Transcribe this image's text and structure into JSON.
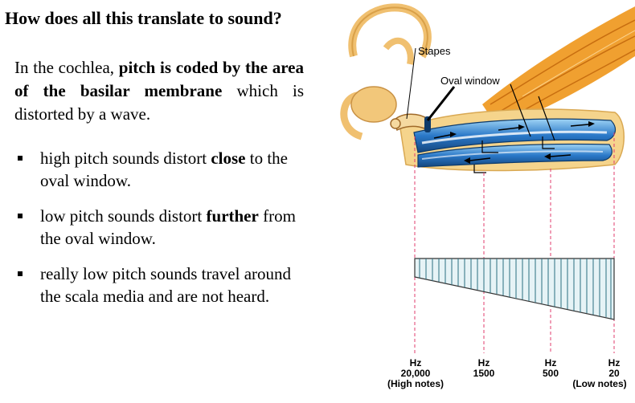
{
  "slide": {
    "title": "How does all this translate to sound?",
    "intro": {
      "pre": "In the cochlea, ",
      "bold": "pitch is coded by the area of the basilar membrane",
      "post": " which is distorted by a wave."
    },
    "bullets": [
      {
        "pre": "high pitch sounds distort ",
        "bold": "close",
        "post": " to the oval window."
      },
      {
        "pre": "low pitch sounds distort ",
        "bold": "further",
        "post": " from the oval window."
      },
      {
        "pre": "really low pitch sounds travel around the scala media and are not heard.",
        "bold": "",
        "post": ""
      }
    ]
  },
  "figure": {
    "label_stapes": "Stapes",
    "label_oval_window": "Oval window",
    "freq_labels": [
      {
        "unit": "Hz",
        "value": "20,000",
        "note": "(High notes)"
      },
      {
        "unit": "Hz",
        "value": "1500",
        "note": ""
      },
      {
        "unit": "Hz",
        "value": "500",
        "note": ""
      },
      {
        "unit": "Hz",
        "value": "20",
        "note": "(Low notes)"
      }
    ],
    "colors": {
      "bone": "#f0c070",
      "muscle": "#e8901c",
      "duct": "#2a78c8",
      "membrane": "#bfe0e8"
    }
  }
}
